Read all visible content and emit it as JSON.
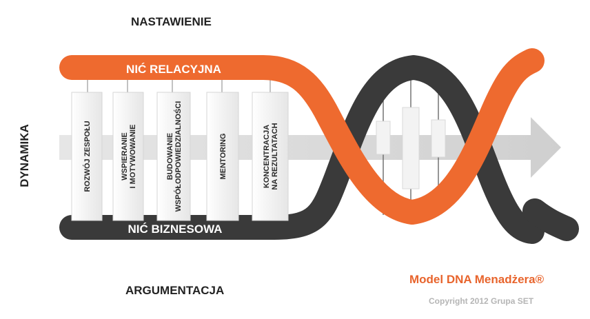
{
  "labels": {
    "top": "NASTAWIENIE",
    "bottom": "ARGUMENTACJA",
    "side": "DYNAMIKA",
    "relational_strand": "NIĆ RELACYJNA",
    "business_strand": "NIĆ BIZNESOWA",
    "model_name": "Model DNA Menadżera®",
    "copyright": "Copyright 2012 Grupa SET"
  },
  "rungs": [
    {
      "lines": [
        "ROZWÓJ ZESPOŁU"
      ]
    },
    {
      "lines": [
        "WSPIERANIE",
        "I MOTYWOWANIE"
      ]
    },
    {
      "lines": [
        "BUDOWANIE",
        "WSPÓŁODPOWIEDZIALNOŚCI"
      ]
    },
    {
      "lines": [
        "MENTORING"
      ]
    },
    {
      "lines": [
        "KONCENTRACJA",
        "NA REZULTATACH"
      ]
    }
  ],
  "colors": {
    "relational": "#ee6a2f",
    "business": "#3a3a3a",
    "arrow": "#d4d4d4",
    "rung": "#f4f4f4"
  }
}
